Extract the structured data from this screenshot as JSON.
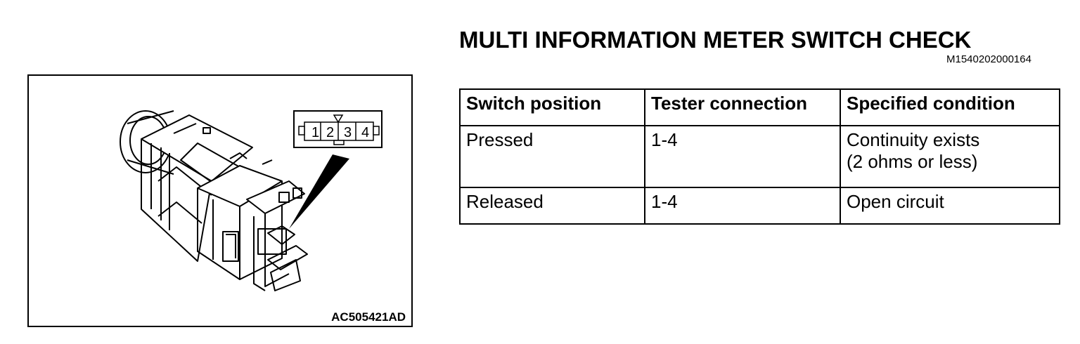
{
  "title": "MULTI INFORMATION METER SWITCH CHECK",
  "doc_id": "M1540202000164",
  "figure": {
    "code": "AC505421AD",
    "pins": [
      "1",
      "2",
      "3",
      "4"
    ]
  },
  "table": {
    "headers": [
      "Switch position",
      "Tester connection",
      "Specified condition"
    ],
    "rows": [
      {
        "position": "Pressed",
        "connection": "1-4",
        "condition": [
          "Continuity exists",
          "(2 ohms or less)"
        ]
      },
      {
        "position": "Released",
        "connection": "1-4",
        "condition": [
          "Open circuit"
        ]
      }
    ]
  }
}
